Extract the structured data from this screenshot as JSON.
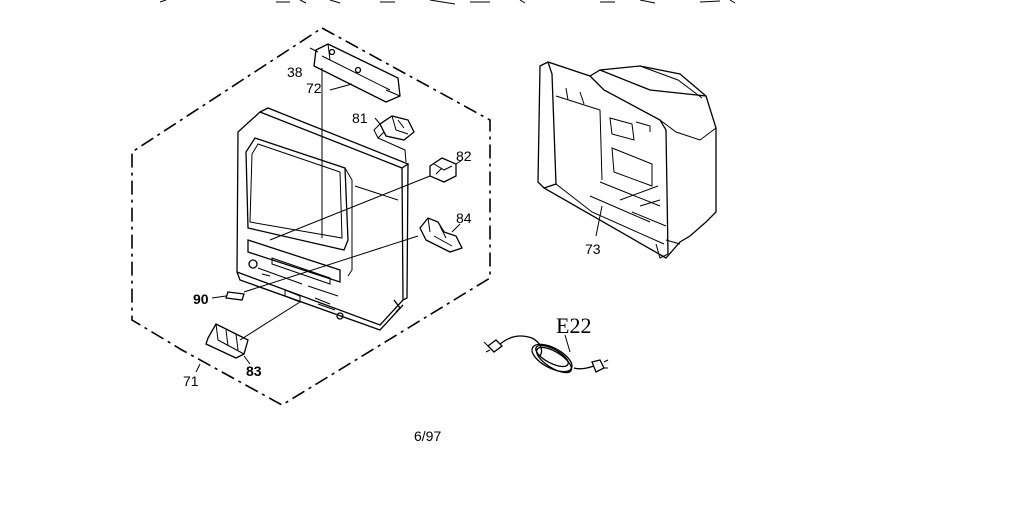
{
  "diagram": {
    "labels": {
      "p38": "38",
      "p72": "72",
      "p81": "81",
      "p82": "82",
      "p84": "84",
      "p90": "90",
      "p83": "83",
      "p71": "71",
      "p73": "73",
      "e22": "E22"
    },
    "footer": "6/97"
  }
}
